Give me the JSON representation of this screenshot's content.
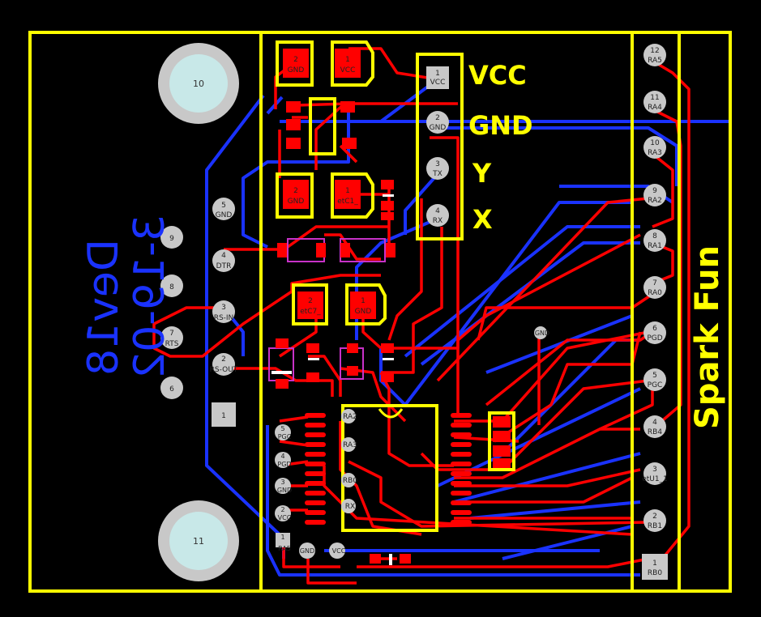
{
  "board": {
    "brand": "Spark Fun",
    "mirror_line1": "Dev18",
    "mirror_line2": "3-19-02"
  },
  "header_labels": {
    "vcc": "VCC",
    "gnd": "GND",
    "y": "Y",
    "x": "X"
  },
  "header_pins": [
    {
      "num": "1",
      "name": "VCC"
    },
    {
      "num": "2",
      "name": "GND"
    },
    {
      "num": "3",
      "name": "TX"
    },
    {
      "num": "4",
      "name": "RX"
    }
  ],
  "right_pins": [
    {
      "num": "12",
      "name": "RA5"
    },
    {
      "num": "11",
      "name": "RA4"
    },
    {
      "num": "10",
      "name": "RA3"
    },
    {
      "num": "9",
      "name": "RA2"
    },
    {
      "num": "8",
      "name": "RA1"
    },
    {
      "num": "7",
      "name": "RA0"
    },
    {
      "num": "6",
      "name": "PGD"
    },
    {
      "num": "5",
      "name": "PGC"
    },
    {
      "num": "4",
      "name": "RB4"
    },
    {
      "num": "3",
      "name": "etU1_1"
    },
    {
      "num": "2",
      "name": "RB1"
    },
    {
      "num": "1",
      "name": "RB0"
    }
  ],
  "db9_pins": [
    {
      "num": "5",
      "name": "GND"
    },
    {
      "num": "4",
      "name": "DTR"
    },
    {
      "num": "3",
      "name": "RS-IN"
    },
    {
      "num": "7",
      "name": "RTS"
    },
    {
      "num": "2",
      "name": "RS-OUT"
    },
    {
      "num": "9",
      "name": ""
    },
    {
      "num": "8",
      "name": ""
    },
    {
      "num": "6",
      "name": ""
    },
    {
      "num": "1",
      "name": ""
    }
  ],
  "mount_holes": [
    {
      "num": "10"
    },
    {
      "num": "11"
    }
  ],
  "smd_pads": [
    {
      "num": "2",
      "name": "GND"
    },
    {
      "num": "1",
      "name": "VCC"
    },
    {
      "num": "2",
      "name": "GND"
    },
    {
      "num": "1",
      "name": "etC1_"
    },
    {
      "num": "2",
      "name": "etC7_"
    },
    {
      "num": "1",
      "name": "GND"
    }
  ],
  "ic_labels": [
    "RA2",
    "RA3",
    "RB0",
    "RX"
  ],
  "icsp_pins": [
    {
      "num": "5",
      "name": "PGC"
    },
    {
      "num": "4",
      "name": "PGD"
    },
    {
      "num": "3",
      "name": "GND"
    },
    {
      "num": "2",
      "name": "VCC"
    },
    {
      "num": "1",
      "name": "RA5"
    }
  ],
  "bottom_labels": [
    "GND",
    "VCC"
  ],
  "via_label": "GND",
  "colors": {
    "background": "#000000",
    "silkscreen": "#ffff00",
    "top_copper": "#ff0000",
    "bottom_copper": "#1a32ff",
    "pad": "#c8c8c8",
    "hole": "#c8e8e8"
  }
}
